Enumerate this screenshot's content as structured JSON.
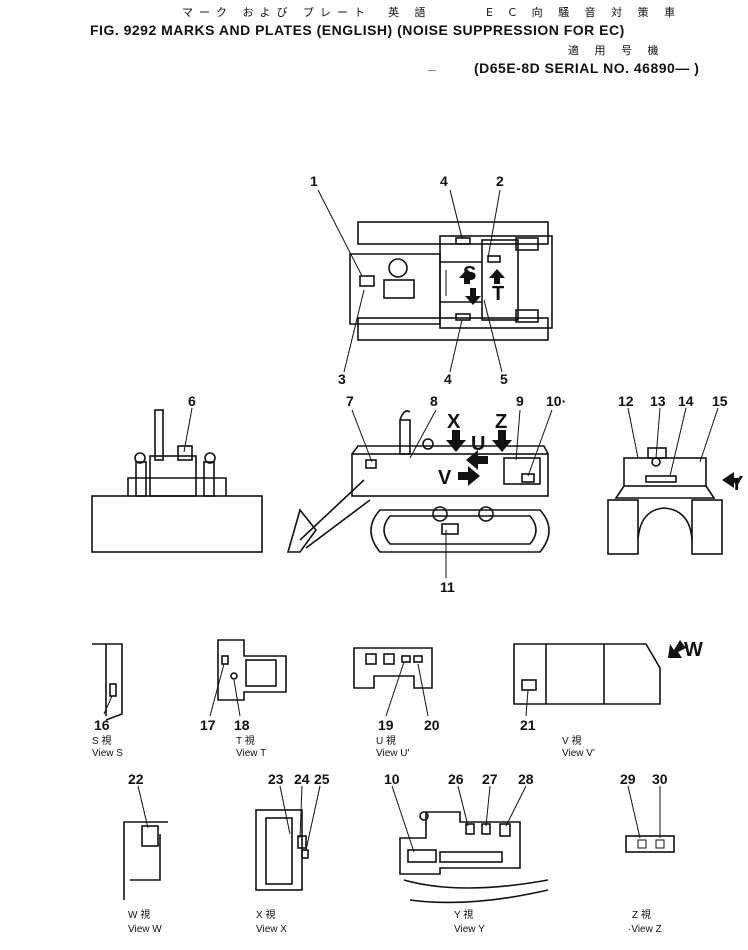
{
  "header": {
    "jp_left": "マーク および プレート　英 語",
    "jp_right": "E C 向 騒 音 対 策 車",
    "fig_line": "FIG. 9292  MARKS AND PLATES (ENGLISH) (NOISE SUPPRESSION FOR EC)",
    "jp_model": "適 用 号 機",
    "dash": "_",
    "serial_line": "(D65E-8D SERIAL NO. 46890— )"
  },
  "diagram": {
    "callouts": [
      "1",
      "2",
      "3",
      "4",
      "4",
      "5",
      "6",
      "7",
      "8",
      "9",
      "10·",
      "11",
      "12",
      "13",
      "14",
      "15",
      "16",
      "17",
      "18",
      "19",
      "20",
      "21",
      "22",
      "23",
      "24",
      "25",
      "10",
      "26",
      "27",
      "28",
      "29",
      "30"
    ],
    "view_letters": [
      "S",
      "T",
      "X",
      "U",
      "Z",
      "V",
      "Y",
      "W"
    ],
    "views": [
      {
        "jp": "S 視",
        "en": "View S"
      },
      {
        "jp": "T 視",
        "en": "View T"
      },
      {
        "jp": "U 視",
        "en": "View U'"
      },
      {
        "jp": "V 視",
        "en": "View V'"
      },
      {
        "jp": "W 視",
        "en": "View W"
      },
      {
        "jp": "X 視",
        "en": "View X"
      },
      {
        "jp": "Y 視",
        "en": "View Y"
      },
      {
        "jp": "Z 視",
        "en": "·View Z"
      }
    ]
  }
}
